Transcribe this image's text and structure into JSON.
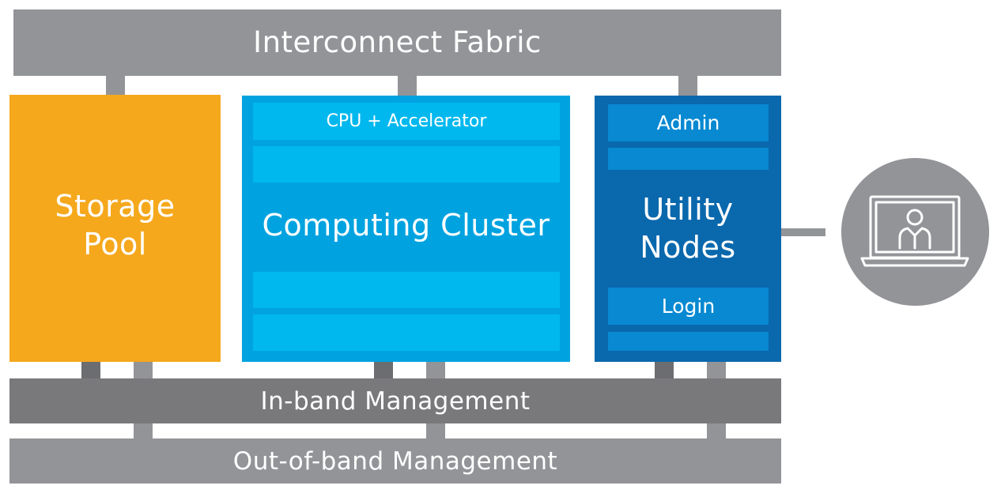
{
  "colors": {
    "fabric_gray": "#939498",
    "inband_gray": "#79797c",
    "storage_orange": "#f5a81c",
    "compute_blue": "#00a3e0",
    "compute_strip": "#00b8ee",
    "utility_blue": "#0a68ad",
    "utility_strip": "#0889d2",
    "client_circle": "#939498"
  },
  "diagram": {
    "interconnect_fabric": "Interconnect Fabric",
    "inband_management": "In-band Management",
    "outofband_management": "Out-of-band Management",
    "storage_pool": {
      "line1": "Storage",
      "line2": "Pool"
    },
    "computing_cluster": {
      "title": "Computing Cluster",
      "cpu_label": "CPU + Accelerator"
    },
    "utility_nodes": {
      "line1": "Utility",
      "line2": "Nodes",
      "admin": "Admin",
      "login": "Login"
    },
    "client_icon": "laptop-user-icon"
  }
}
